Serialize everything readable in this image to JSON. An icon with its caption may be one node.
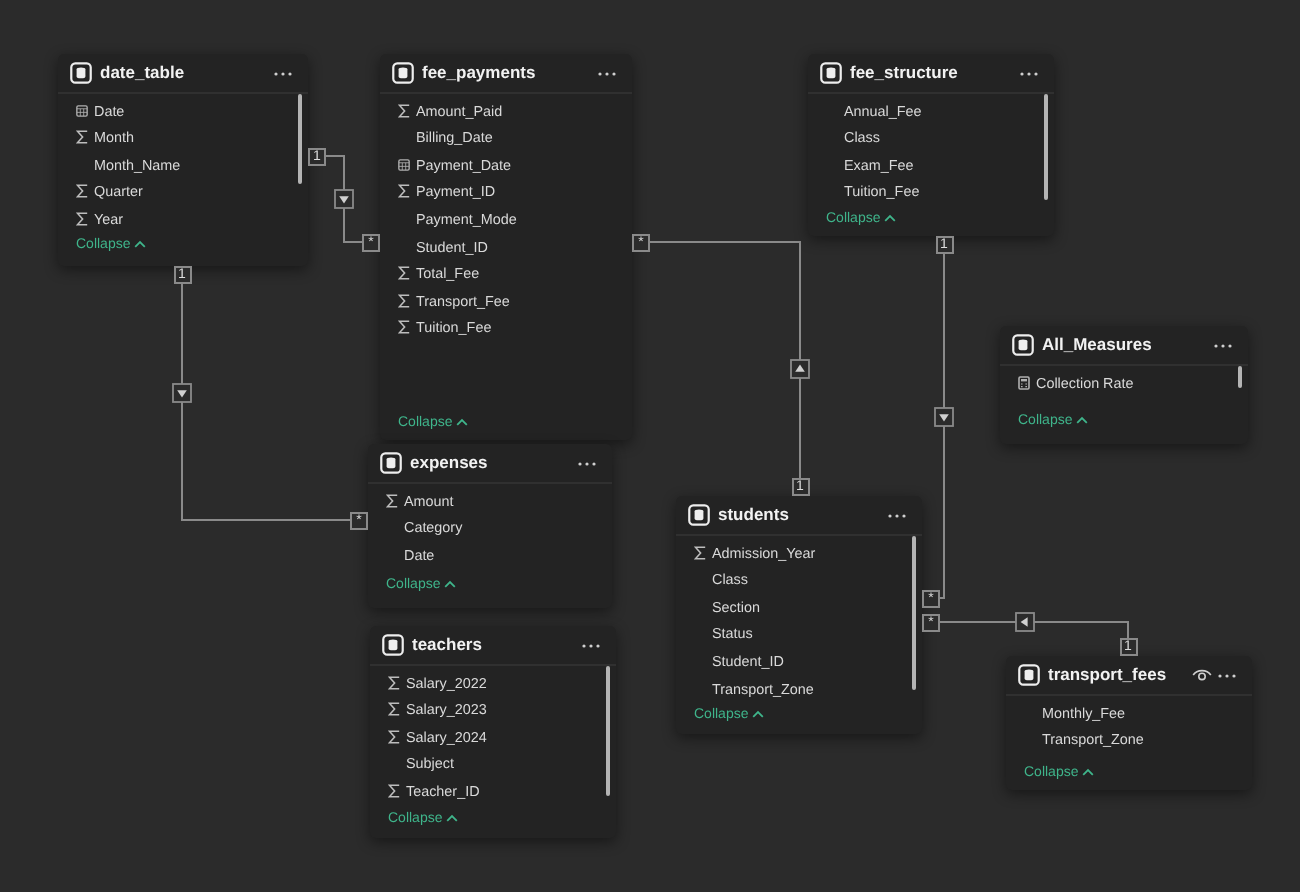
{
  "diagram": {
    "nodes": [
      {
        "text": [
          "date_table",
          "Date",
          "Month",
          "Month_Name",
          "Quarter",
          "Year",
          "Collapse"
        ]
      },
      {
        "text": [
          "fee_payments",
          "Amount_Paid",
          "Billing_Date",
          "Payment_Date",
          "Payment_ID",
          "Payment_Mode",
          "Student_ID",
          "Total_Fee",
          "Transport_Fee",
          "Tuition_Fee",
          "Collapse"
        ]
      },
      {
        "text": [
          "fee_structure",
          "Annual_Fee",
          "Class",
          "Exam_Fee",
          "Tuition_Fee",
          "Collapse"
        ]
      },
      {
        "text": [
          "All_Measures",
          "Collection Rate",
          "Collapse"
        ]
      },
      {
        "text": [
          "expenses",
          "Amount",
          "Category",
          "Date",
          "Collapse"
        ]
      },
      {
        "text": [
          "students",
          "Admission_Year",
          "Class",
          "Section",
          "Status",
          "Student_ID",
          "Transport_Zone",
          "Collapse"
        ]
      },
      {
        "text": [
          "teachers",
          "Salary_2022",
          "Salary_2023",
          "Salary_2024",
          "Subject",
          "Teacher_ID",
          "Collapse"
        ]
      },
      {
        "text": [
          "transport_fees",
          "Monthly_Fee",
          "Transport_Zone",
          "Collapse"
        ]
      }
    ],
    "edges": [
      {
        "from": 0,
        "to": 1,
        "arrow": "to"
      },
      {
        "from": 0,
        "to": 4,
        "arrow": "to"
      },
      {
        "from": 5,
        "to": 1,
        "arrow": "to"
      },
      {
        "from": 2,
        "to": 5,
        "arrow": "to"
      },
      {
        "from": 7,
        "to": 5,
        "arrow": "to"
      }
    ],
    "labels": [
      "1",
      "*",
      "*",
      "1",
      "1",
      "1",
      "*",
      "*",
      "*",
      "1"
    ]
  }
}
